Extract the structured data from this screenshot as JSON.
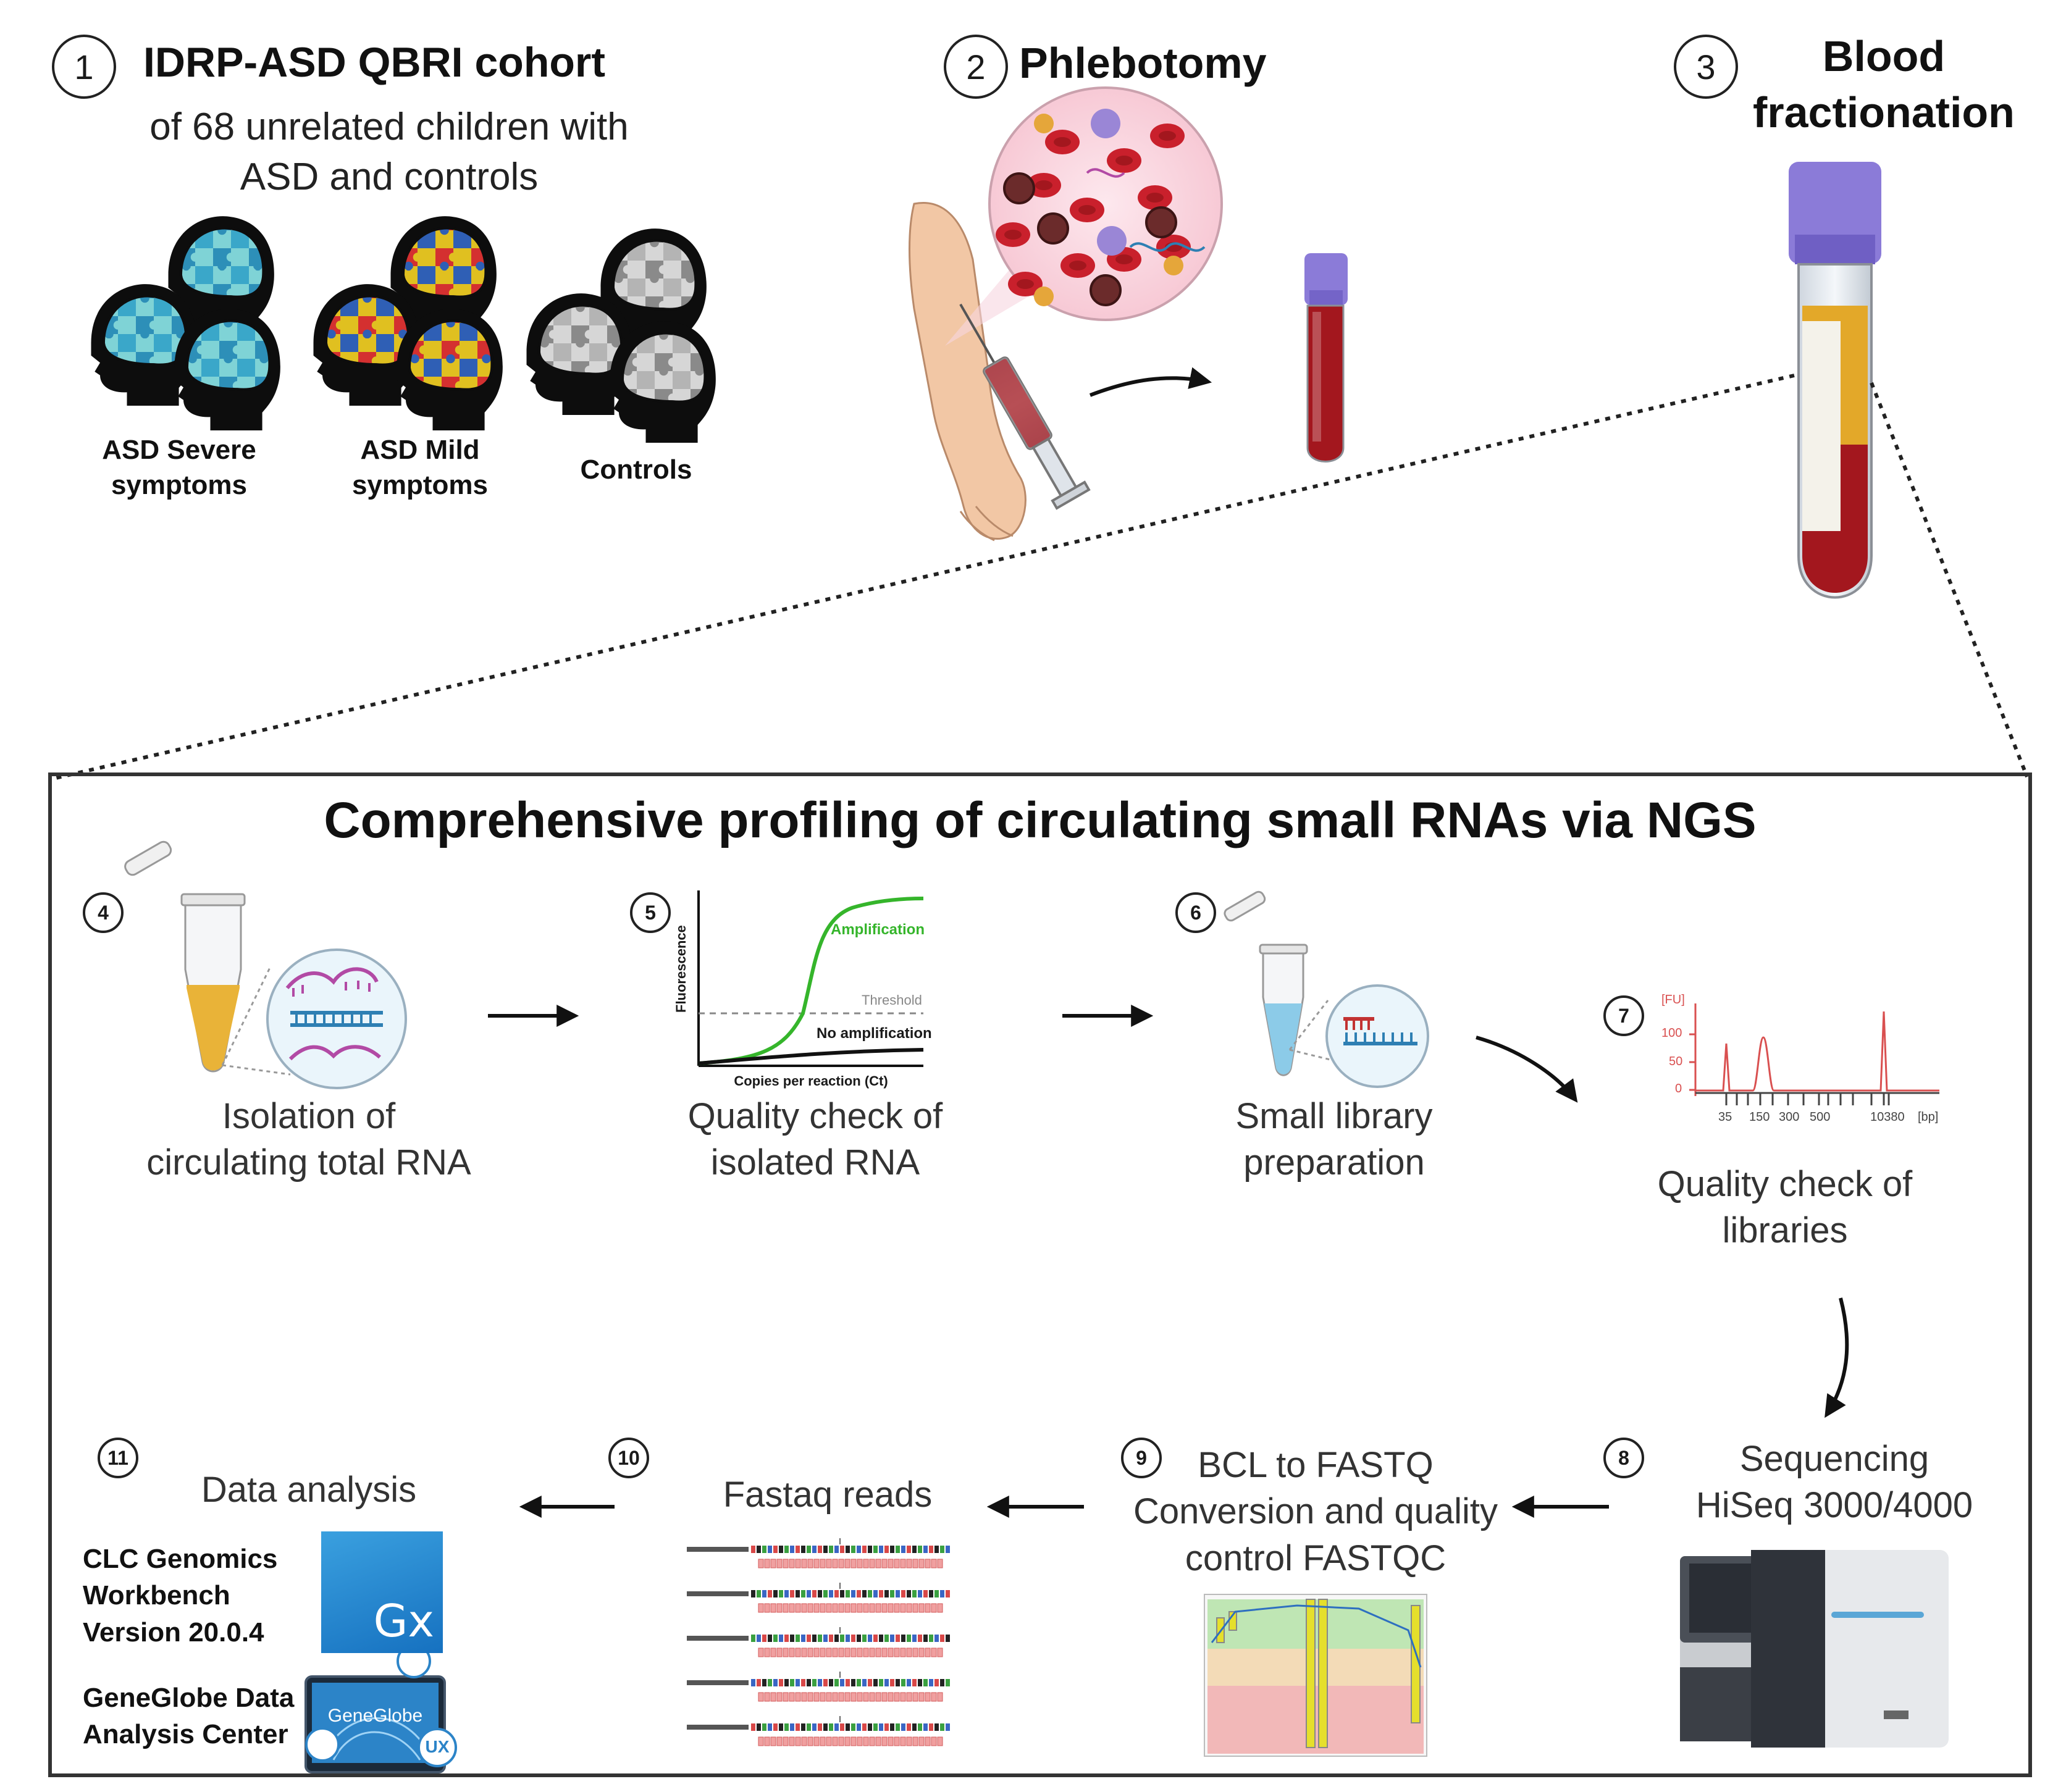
{
  "steps": {
    "s1": {
      "num": "1",
      "title": "IDRP-ASD QBRI cohort",
      "desc_line1": "of 68 unrelated children with",
      "desc_line2": "ASD and controls"
    },
    "s2": {
      "num": "2",
      "title": "Phlebotomy"
    },
    "s3": {
      "num": "3",
      "title_line1": "Blood",
      "title_line2": "fractionation"
    },
    "s4": {
      "num": "4",
      "line1": "Isolation of",
      "line2": "circulating total RNA"
    },
    "s5": {
      "num": "5",
      "line1": "Quality check of",
      "line2": "isolated RNA"
    },
    "s6": {
      "num": "6",
      "line1": "Small library",
      "line2": "preparation"
    },
    "s7": {
      "num": "7",
      "line1": "Quality check of",
      "line2": "libraries"
    },
    "s8": {
      "num": "8",
      "line1": "Sequencing",
      "line2": "HiSeq 3000/4000"
    },
    "s9": {
      "num": "9",
      "line1": "BCL to FASTQ",
      "line2": "Conversion and quality",
      "line3": "control FASTQC"
    },
    "s10": {
      "num": "10",
      "line1": "Fastaq reads"
    },
    "s11": {
      "num": "11",
      "line1": "Data analysis"
    }
  },
  "groups": {
    "severe": {
      "line1": "ASD Severe",
      "line2": "symptoms"
    },
    "mild": {
      "line1": "ASD Mild",
      "line2": "symptoms"
    },
    "controls": {
      "line1": "Controls"
    }
  },
  "box_title": "Comprehensive profiling of circulating small RNAs via NGS",
  "qpcr": {
    "ylabel": "Fluorescence",
    "xlabel": "Copies per reaction (Ct)",
    "amplification": "Amplification",
    "threshold": "Threshold",
    "no_amp": "No amplification"
  },
  "bioanalyzer": {
    "unit_y": "[FU]",
    "unit_x": "[bp]",
    "yticks": [
      "100",
      "50",
      "0"
    ],
    "xticks": [
      "35",
      "150",
      "300",
      "500",
      "10380"
    ]
  },
  "software": {
    "clc_line1": "CLC Genomics",
    "clc_line2": "Workbench",
    "clc_line3": "Version 20.0.4",
    "gx_logo": "Gx",
    "gg_line1": "GeneGlobe Data",
    "gg_line2": "Analysis Center",
    "gg_logo": "GeneGlobe",
    "ux_badge": "UX"
  },
  "colors": {
    "blood": "#a3171e",
    "cap": "#8b7bd8",
    "plasma": "#e3a829",
    "tube_liquid": "#e9b338",
    "rna": "#b24aa5",
    "dna": "#2e7fb3",
    "qpcr_green": "#35b52b",
    "bio_red": "#d95050",
    "gx_blue": "#1f7fd0"
  }
}
